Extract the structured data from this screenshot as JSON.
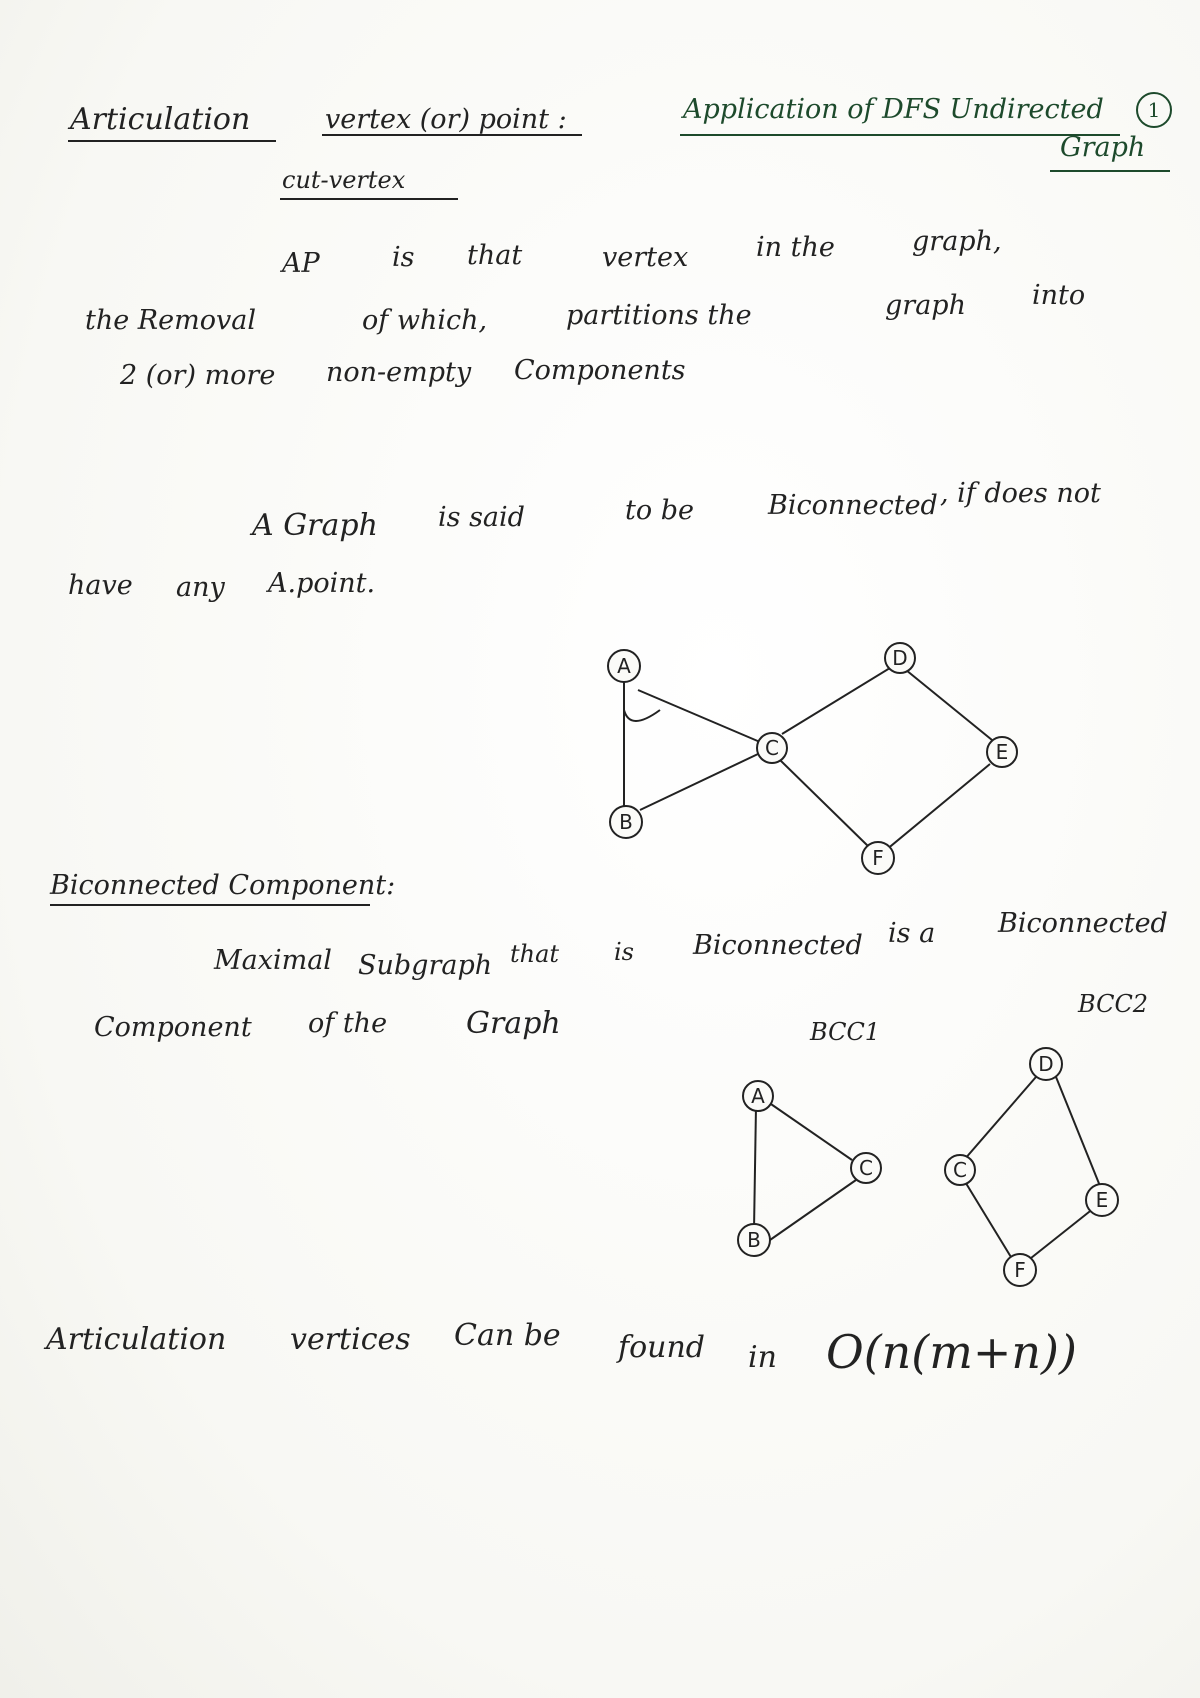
{
  "header": {
    "left_title": "Articulation",
    "left_title_2": "vertex (or) point :",
    "right_title": "Application of DFS Undirected",
    "page_number": "1",
    "right_graph": "Graph",
    "alias": "cut-vertex"
  },
  "definition": {
    "word_ap": "AP",
    "word_is": "is",
    "word_that": "that",
    "word_vertex": "vertex",
    "word_in_the": "in the",
    "word_graph": "graph,",
    "line2_a": "the Removal",
    "line2_b": "of which,",
    "line2_c": "partitions the",
    "line2_d": "graph",
    "line2_e": "into",
    "line3_a": "2 (or) more",
    "line3_b": "non-empty",
    "line3_c": "Components"
  },
  "biconnected_def": {
    "a": "A Graph",
    "b": "is said",
    "c": "to be",
    "d": "Biconnected",
    "e": ", if does not",
    "line2_a": "have",
    "line2_b": "any",
    "line2_c": "A.point."
  },
  "component": {
    "heading": "Biconnected Component:",
    "a": "Maximal",
    "b": "Subgraph",
    "c": "that",
    "d": "is",
    "e": "Biconnected",
    "f": "is a",
    "g": "Biconnected",
    "line2_a": "Component",
    "line2_b": "of the",
    "line2_c": "Graph",
    "bcc1": "BCC1",
    "bcc2": "BCC2"
  },
  "footer": {
    "a": "Articulation",
    "b": "vertices",
    "c": "Can be",
    "d": "found",
    "e": "in",
    "complexity": "O(n(m+n))"
  },
  "graph1_nodes": [
    "A",
    "B",
    "C",
    "D",
    "E",
    "F"
  ],
  "graph2_nodes": [
    "A",
    "B",
    "C"
  ],
  "graph3_nodes": [
    "C",
    "D",
    "E",
    "F"
  ]
}
